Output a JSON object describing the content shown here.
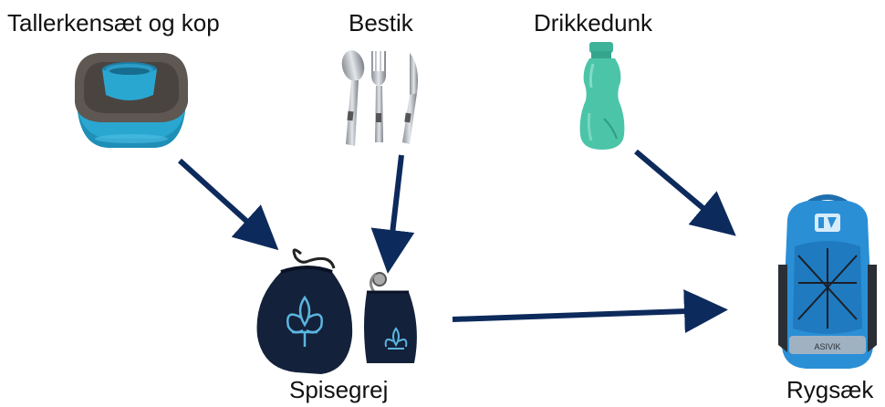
{
  "labels": {
    "plate_set": "Tallerkensæt og kop",
    "cutlery": "Bestik",
    "water_bottle": "Drikkedunk",
    "mess_kit": "Spisegrej",
    "backpack": "Rygsæk"
  },
  "backpack_brand_text": "ASIVIK",
  "colors": {
    "arrow": "#0d2a5c",
    "plate_blue": "#2aa7d1",
    "plate_grey": "#5e5752",
    "bottle": "#4cc4a8",
    "bag": "#14213a",
    "bag_emblem": "#5ab6e0",
    "backpack": "#2b8fd6"
  },
  "icons": [
    "plate-set-icon",
    "cutlery-icon",
    "water-bottle-icon",
    "mess-kit-bags-icon",
    "backpack-icon"
  ],
  "edges": [
    {
      "from": "plate_set",
      "to": "mess_kit"
    },
    {
      "from": "cutlery",
      "to": "mess_kit"
    },
    {
      "from": "water_bottle",
      "to": "backpack"
    },
    {
      "from": "mess_kit",
      "to": "backpack"
    }
  ]
}
